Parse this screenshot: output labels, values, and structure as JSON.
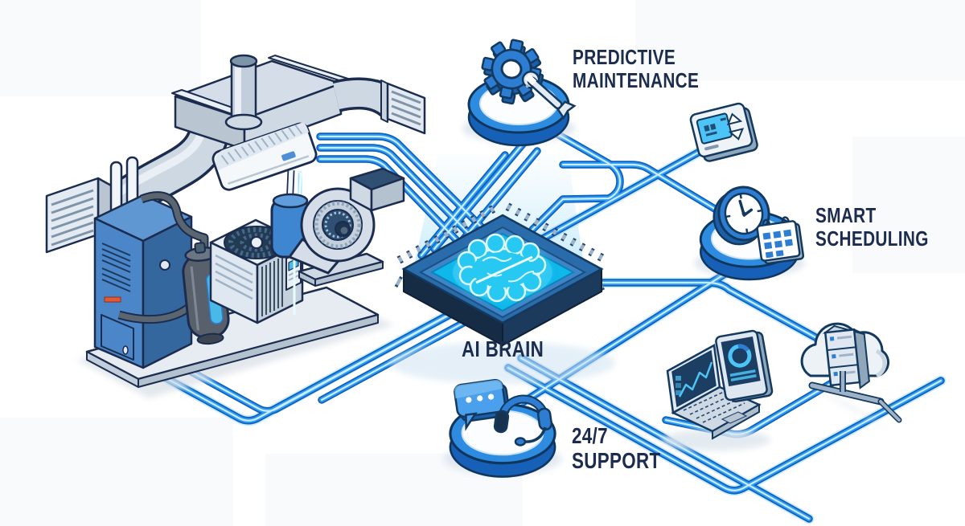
{
  "diagram": {
    "labels": {
      "predictive_maintenance": {
        "line1": "PREDICTIVE",
        "line2": "MAINTENANCE"
      },
      "smart_scheduling": {
        "line1": "SMART",
        "line2": "SCHEDULING"
      },
      "ai_brain": {
        "line1": "AI BRAIN"
      },
      "support_247": {
        "line1": "24/7",
        "line2": "SUPPORT"
      }
    },
    "nodes": [
      {
        "id": "hvac-system",
        "icon": "hvac-equipment-illustration",
        "label": ""
      },
      {
        "id": "ai-brain",
        "icon": "ai-chip-brain-icon",
        "label": "AI BRAIN"
      },
      {
        "id": "predictive-maintenance",
        "icon": "gear-wrench-icon",
        "label": "PREDICTIVE MAINTENANCE"
      },
      {
        "id": "thermostat",
        "icon": "thermostat-icon",
        "label": ""
      },
      {
        "id": "smart-scheduling",
        "icon": "clock-calendar-icon",
        "label": "SMART SCHEDULING"
      },
      {
        "id": "analytics-devices",
        "icon": "laptop-tablet-analytics-icon",
        "label": ""
      },
      {
        "id": "cloud-server",
        "icon": "cloud-server-icon",
        "label": ""
      },
      {
        "id": "support",
        "icon": "headset-chat-icon",
        "label": "24/7 SUPPORT"
      }
    ],
    "colors": {
      "trace_blue": "#2e9bf0",
      "trace_dark": "#0d5fc0",
      "trace_core": "#c9ecff",
      "glow_cyan": "#2fd0fa",
      "navy_text": "#1b2c4e",
      "platform_blue": "#2e8ce0",
      "equipment_gray": "#cdd8e3",
      "furnace_blue": "#4a86c8",
      "background": "#ffffff"
    }
  }
}
